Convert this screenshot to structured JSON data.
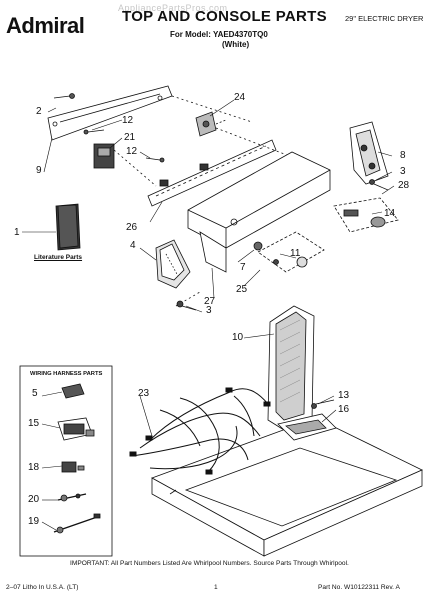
{
  "header": {
    "brand": "Admiral",
    "title": "TOP AND CONSOLE PARTS",
    "model_line": "For Model: YAED4370TQ0",
    "variant": "(White)",
    "appliance": "29\" ELECTRIC DRYER",
    "watermark": "AppliancePartsPros.com"
  },
  "literature_label": "Literature Parts",
  "harness_box_title": "WIRING HARNESS PARTS",
  "callouts": [
    {
      "id": "c1",
      "label": "1"
    },
    {
      "id": "c2",
      "label": "2"
    },
    {
      "id": "c3a",
      "label": "3"
    },
    {
      "id": "c3b",
      "label": "3"
    },
    {
      "id": "c4",
      "label": "4"
    },
    {
      "id": "c5",
      "label": "5"
    },
    {
      "id": "c7",
      "label": "7"
    },
    {
      "id": "c8",
      "label": "8"
    },
    {
      "id": "c9",
      "label": "9"
    },
    {
      "id": "c10",
      "label": "10"
    },
    {
      "id": "c11",
      "label": "11"
    },
    {
      "id": "c12a",
      "label": "12"
    },
    {
      "id": "c12b",
      "label": "12"
    },
    {
      "id": "c13",
      "label": "13"
    },
    {
      "id": "c14",
      "label": "14"
    },
    {
      "id": "c15",
      "label": "15"
    },
    {
      "id": "c16",
      "label": "16"
    },
    {
      "id": "c18",
      "label": "18"
    },
    {
      "id": "c19",
      "label": "19"
    },
    {
      "id": "c20",
      "label": "20"
    },
    {
      "id": "c21",
      "label": "21"
    },
    {
      "id": "c23",
      "label": "23"
    },
    {
      "id": "c24",
      "label": "24"
    },
    {
      "id": "c25",
      "label": "25"
    },
    {
      "id": "c26",
      "label": "26"
    },
    {
      "id": "c27",
      "label": "27"
    },
    {
      "id": "c28",
      "label": "28"
    }
  ],
  "footer": {
    "note": "IMPORTANT: All Part Numbers Listed Are Whirlpool Numbers. Source Parts Through Whirlpool.",
    "litho": "2–07 Litho In U.S.A. (LT)",
    "page": "1",
    "part_no": "Part No. W10122311 Rev. A"
  }
}
